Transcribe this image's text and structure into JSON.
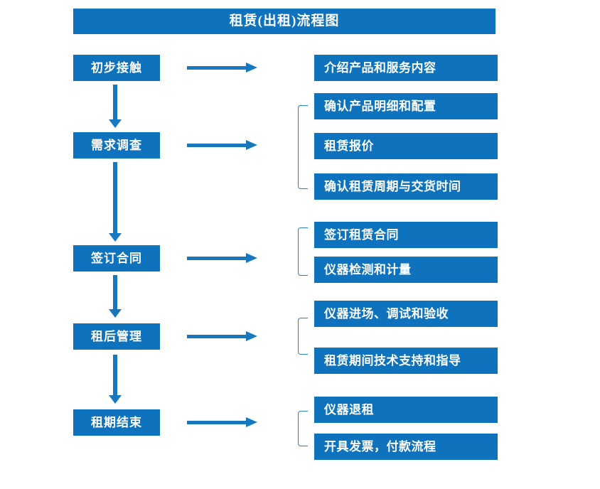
{
  "diagram": {
    "title": "租赁(出租)流程图",
    "accent_color": "#0E72BD",
    "arrow_color": "#1878BE",
    "bracket_color": "#2E7FC4",
    "text_color": "#FFFFFF",
    "background_color": "#FFFFFF",
    "stages": [
      {
        "label": "初步接触",
        "details": [
          "介绍产品和服务内容"
        ],
        "has_bracket": false
      },
      {
        "label": "需求调查",
        "details": [
          "确认产品明细和配置",
          "租赁报价",
          "确认租赁周期与交货时间"
        ],
        "has_bracket": true
      },
      {
        "label": "签订合同",
        "details": [
          "签订租赁合同",
          "仪器检测和计量"
        ],
        "has_bracket": true
      },
      {
        "label": "租后管理",
        "details": [
          "仪器进场、调试和验收",
          "租赁期间技术支持和指导"
        ],
        "has_bracket": true
      },
      {
        "label": "租期结束",
        "details": [
          "仪器退租",
          "开具发票，付款流程"
        ],
        "has_bracket": true
      }
    ]
  }
}
